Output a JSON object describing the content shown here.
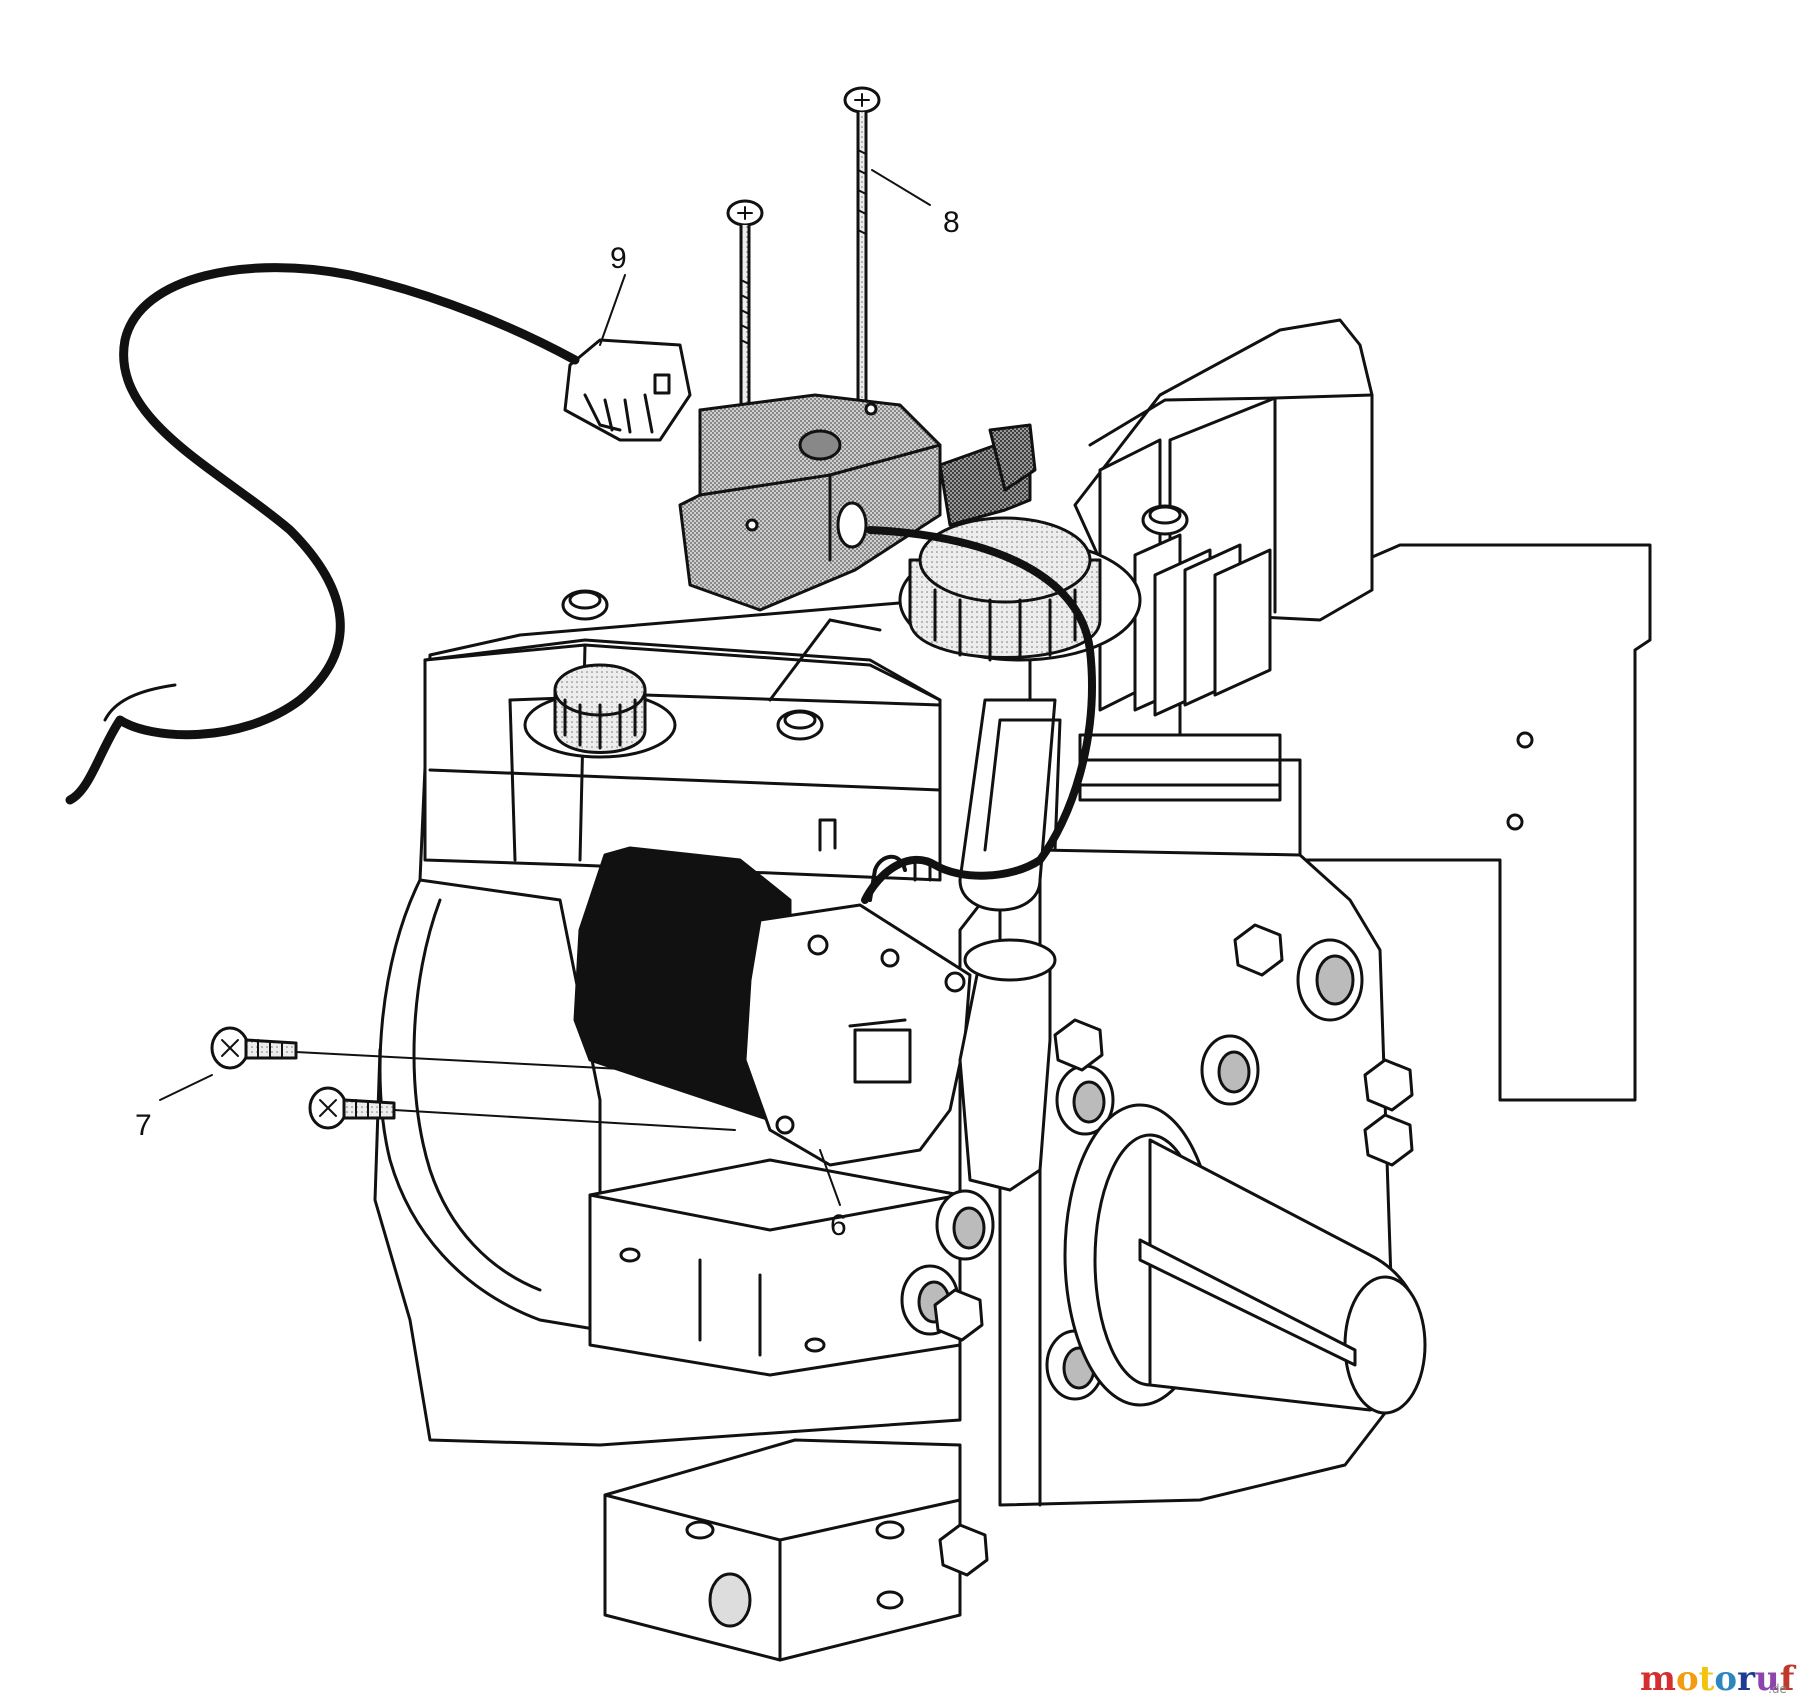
{
  "callouts": {
    "part_6": "6",
    "part_7": "7",
    "part_8": "8",
    "part_9": "9"
  },
  "watermark": {
    "letters": [
      "m",
      "o",
      "t",
      "o",
      "r",
      "u",
      "f"
    ],
    "suffix": ".de",
    "colors": [
      "#d32f2f",
      "#f39c12",
      "#f1c40f",
      "#2e86c1",
      "#1f3a93",
      "#8e44ad",
      "#c0392b"
    ]
  },
  "colors": {
    "line": "#111111",
    "stipple": "#555555",
    "fill": "#ffffff"
  }
}
